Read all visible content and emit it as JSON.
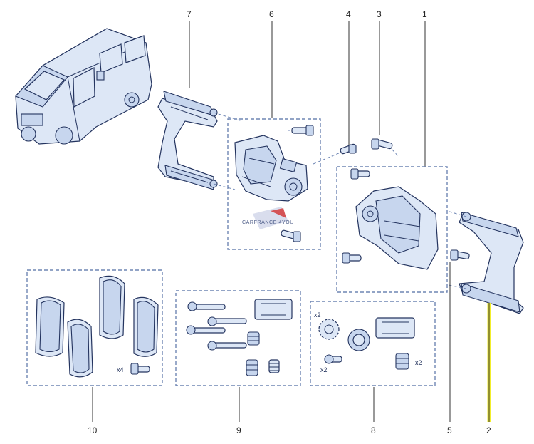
{
  "diagram": {
    "callouts": [
      {
        "id": "c1",
        "label": "1"
      },
      {
        "id": "c2",
        "label": "2"
      },
      {
        "id": "c3",
        "label": "3"
      },
      {
        "id": "c4",
        "label": "4"
      },
      {
        "id": "c5",
        "label": "5"
      },
      {
        "id": "c6",
        "label": "6"
      },
      {
        "id": "c7",
        "label": "7"
      },
      {
        "id": "c8",
        "label": "8"
      },
      {
        "id": "c9",
        "label": "9"
      },
      {
        "id": "c10",
        "label": "10"
      }
    ],
    "quantities": {
      "pads_bolts": "x4",
      "kit8_ring": "x2",
      "kit8_bolt": "x2",
      "kit8_boot": "x2"
    },
    "watermark": "CARFRANCE 4YOU",
    "highlight_color": "#f2ee2b",
    "line_color": "#24345f",
    "fill_color": "#dde7f6"
  }
}
